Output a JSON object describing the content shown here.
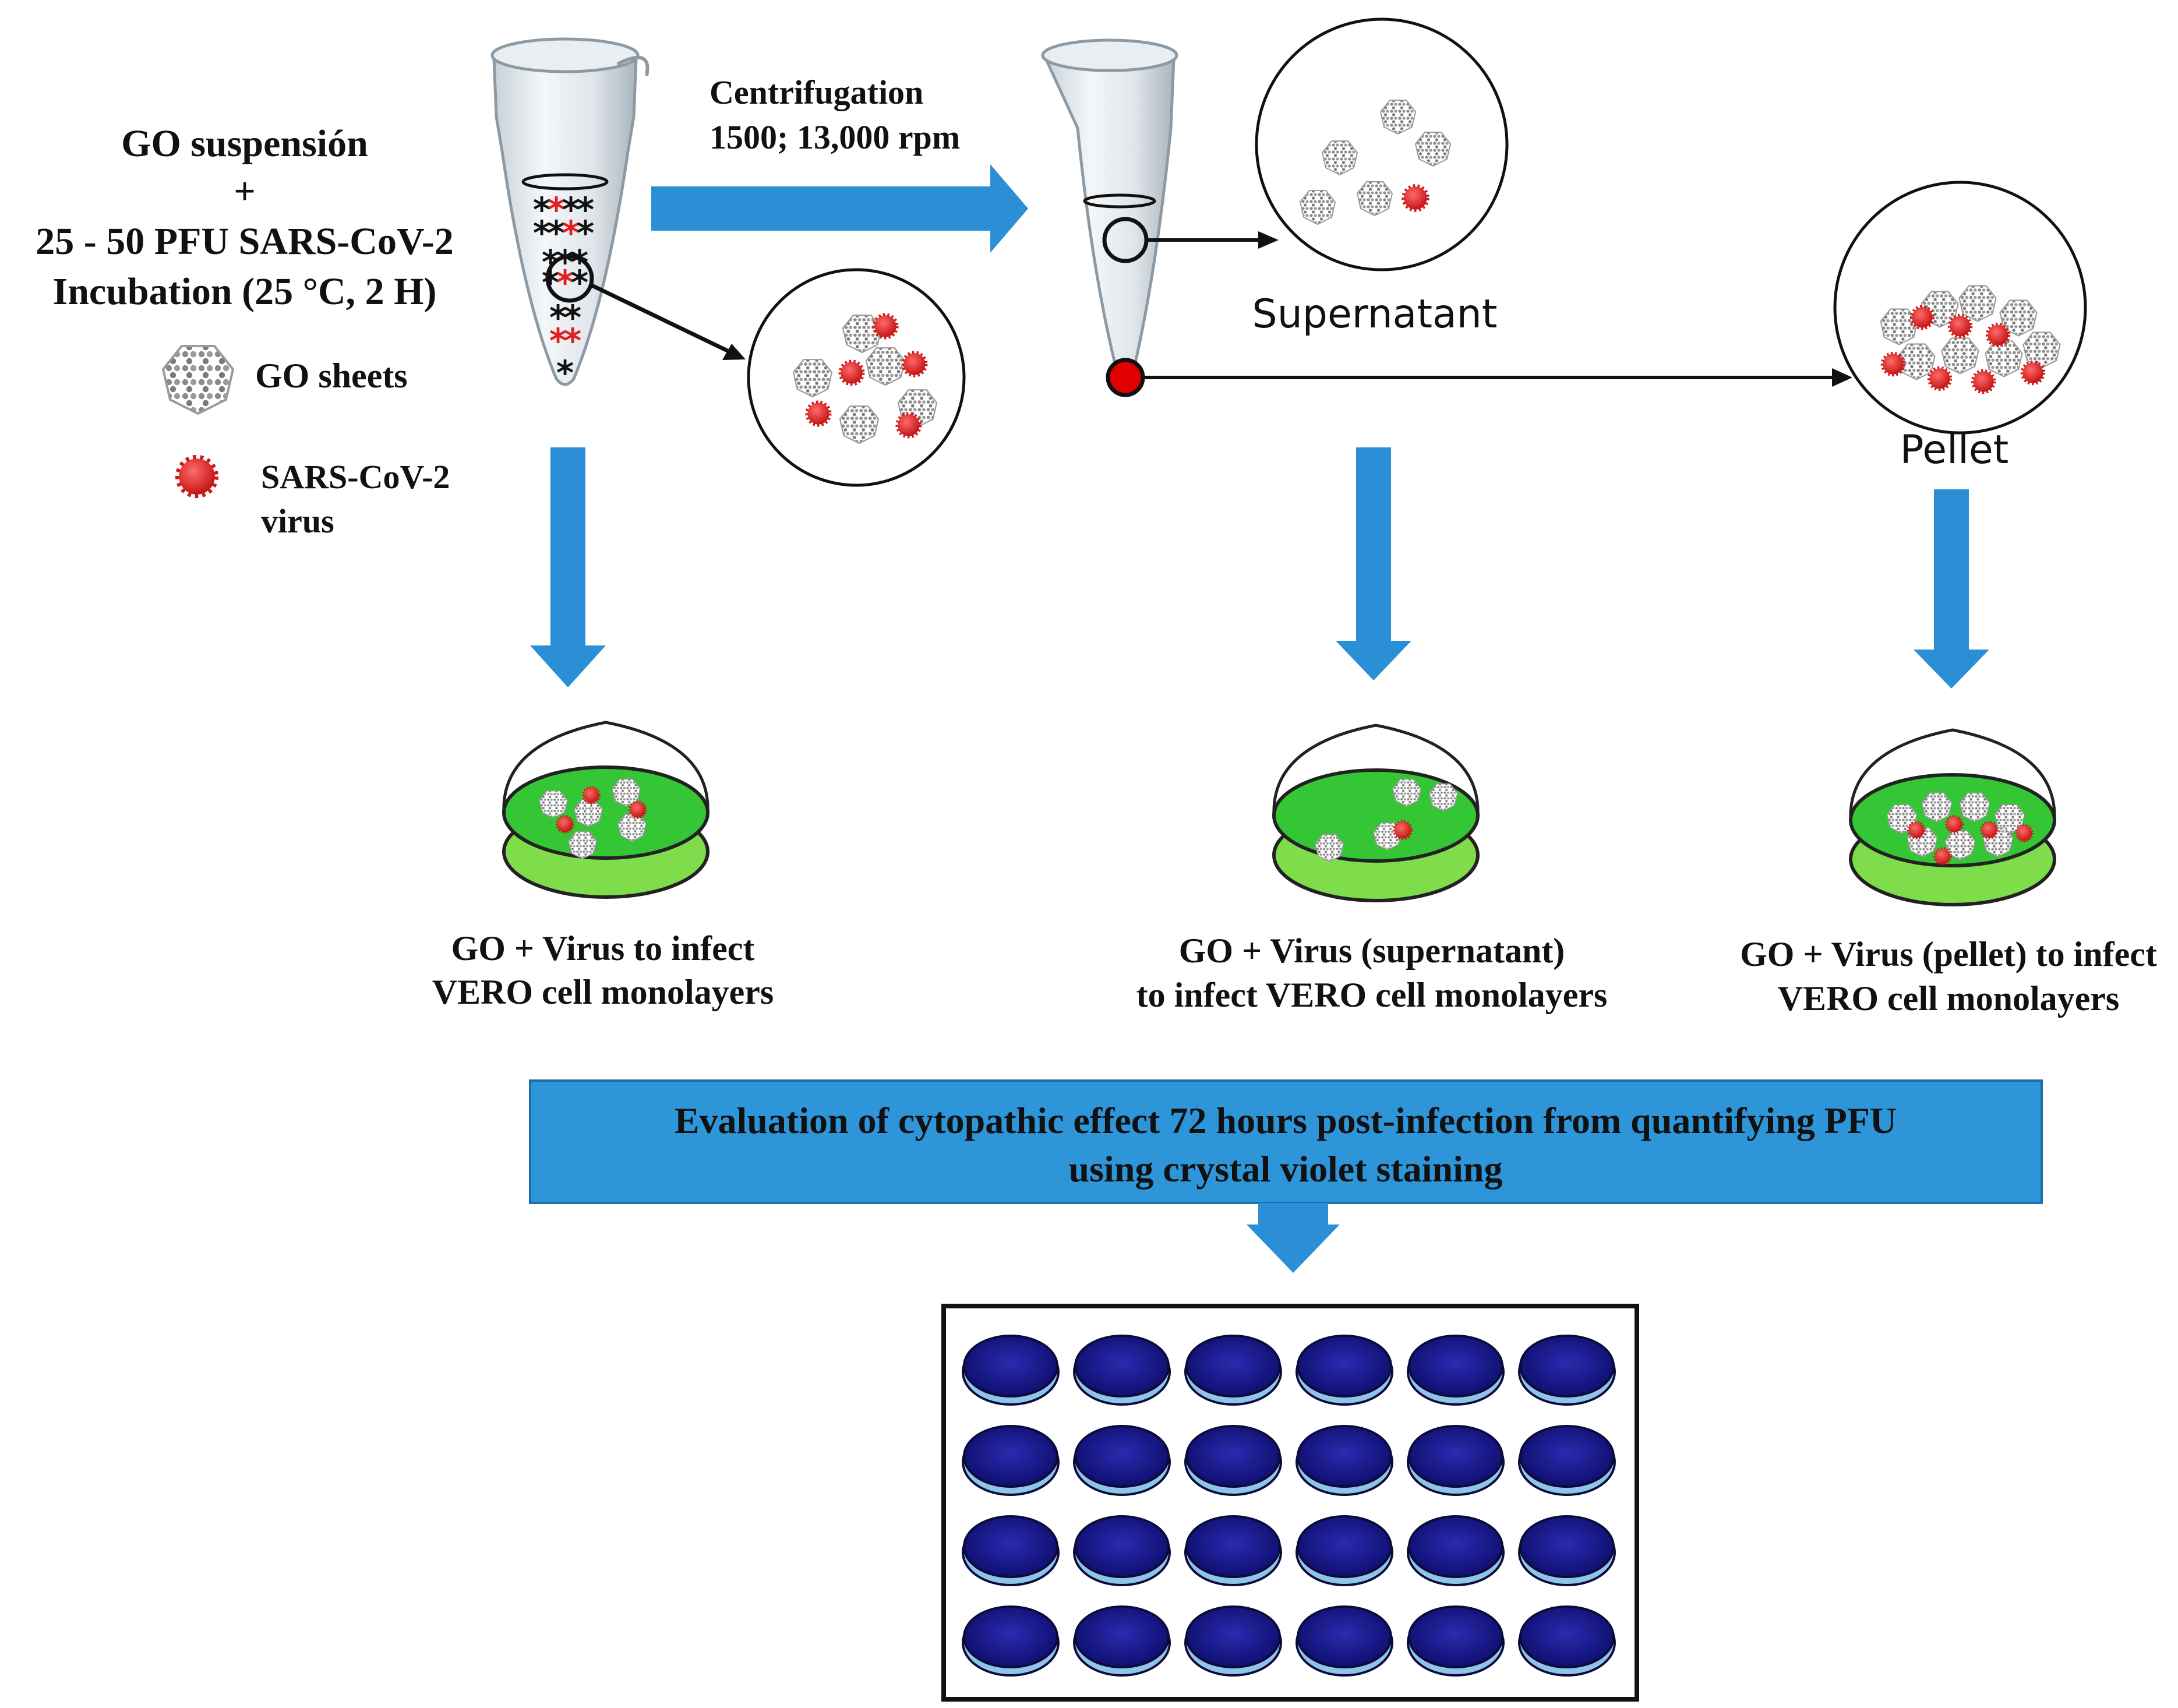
{
  "legend": {
    "title_line1": "GO suspensión",
    "plus": "+",
    "title_line2": "25 - 50 PFU SARS-CoV-2",
    "title_line3": "Incubation (25 °C, 2 H)",
    "go_sheets": "GO sheets",
    "virus_line1": "SARS-CoV-2",
    "virus_line2": "virus"
  },
  "centrifugation": {
    "line1": "Centrifugation",
    "line2": "1500; 13,000 rpm"
  },
  "supernatant_label": "Supernatant",
  "pellet_label": "Pellet",
  "dishes": [
    {
      "line1": "GO + Virus to infect",
      "line2": "VERO cell monolayers"
    },
    {
      "line1": "GO + Virus (supernatant)",
      "line2": "to infect VERO cell monolayers"
    },
    {
      "line1": "GO + Virus (pellet) to infect",
      "line2": "VERO cell monolayers"
    }
  ],
  "evaluation": {
    "line1": "Evaluation of cytopathic effect 72 hours post-infection from quantifying PFU",
    "line2": "using crystal violet staining"
  },
  "plate": {
    "rows": 4,
    "cols": 6
  },
  "colors": {
    "arrow": "#2b8fd6",
    "banner": "#2f95d9",
    "virus": "#e02020",
    "dish_green": "#2fcf2f",
    "well": "#1a1a8f"
  },
  "icons": [
    "tube-icon",
    "graphene-sheet-icon",
    "virus-icon",
    "petri-dish-icon",
    "well-plate-icon"
  ]
}
